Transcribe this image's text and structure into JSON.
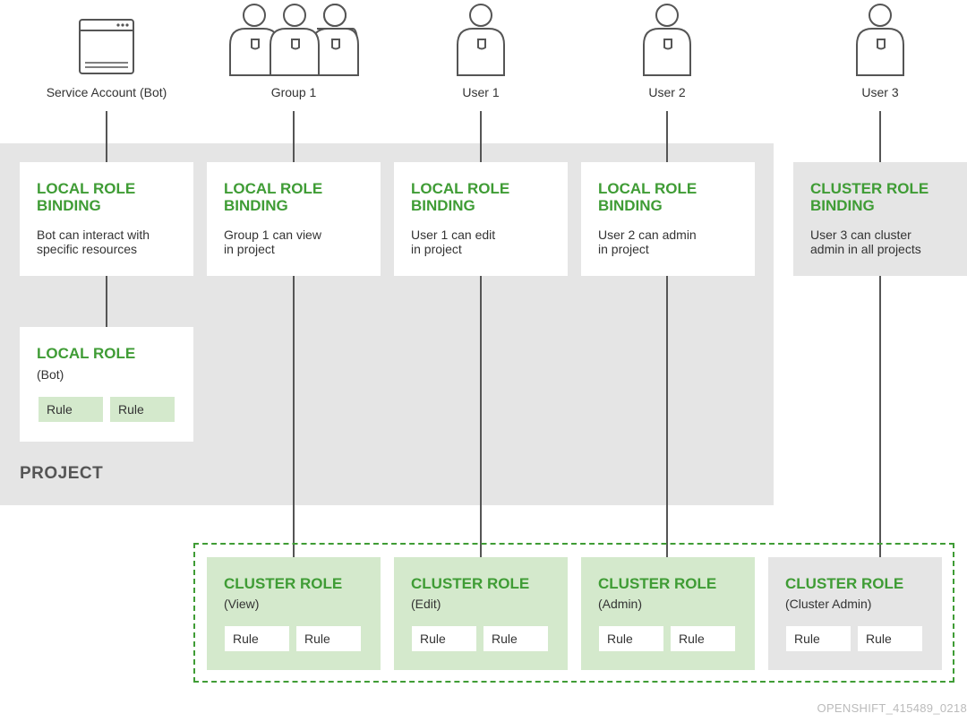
{
  "actors": [
    {
      "id": "bot",
      "label": "Service Account (Bot)",
      "icon": "browser-window-icon"
    },
    {
      "id": "group1",
      "label": "Group 1",
      "icon": "user-group-icon"
    },
    {
      "id": "user1",
      "label": "User 1",
      "icon": "user-icon"
    },
    {
      "id": "user2",
      "label": "User 2",
      "icon": "user-icon"
    },
    {
      "id": "user3",
      "label": "User 3",
      "icon": "user-icon"
    }
  ],
  "bindings": [
    {
      "title": "LOCAL ROLE\nBINDING",
      "desc": "Bot can interact with\nspecific resources"
    },
    {
      "title": "LOCAL ROLE\nBINDING",
      "desc": "Group 1 can view\nin project"
    },
    {
      "title": "LOCAL ROLE\nBINDING",
      "desc": "User 1 can edit\nin project"
    },
    {
      "title": "LOCAL ROLE\nBINDING",
      "desc": "User 2 can admin\nin project"
    },
    {
      "title": "CLUSTER ROLE\nBINDING",
      "desc": "User 3 can cluster\nadmin in all projects"
    }
  ],
  "local_role": {
    "title": "LOCAL ROLE",
    "subtitle": "(Bot)",
    "rules": [
      "Rule",
      "Rule"
    ]
  },
  "project_label": "PROJECT",
  "cluster_roles": [
    {
      "title": "CLUSTER ROLE",
      "subtitle": "(View)",
      "rules": [
        "Rule",
        "Rule"
      ]
    },
    {
      "title": "CLUSTER ROLE",
      "subtitle": "(Edit)",
      "rules": [
        "Rule",
        "Rule"
      ]
    },
    {
      "title": "CLUSTER ROLE",
      "subtitle": "(Admin)",
      "rules": [
        "Rule",
        "Rule"
      ]
    },
    {
      "title": "CLUSTER ROLE",
      "subtitle": "(Cluster Admin)",
      "rules": [
        "Rule",
        "Rule"
      ]
    }
  ],
  "footer_id": "OPENSHIFT_415489_0218",
  "colors": {
    "accent_green": "#3f9c35",
    "light_green": "#d4e9cc",
    "gray_bg": "#e5e5e5",
    "line": "#555555"
  }
}
